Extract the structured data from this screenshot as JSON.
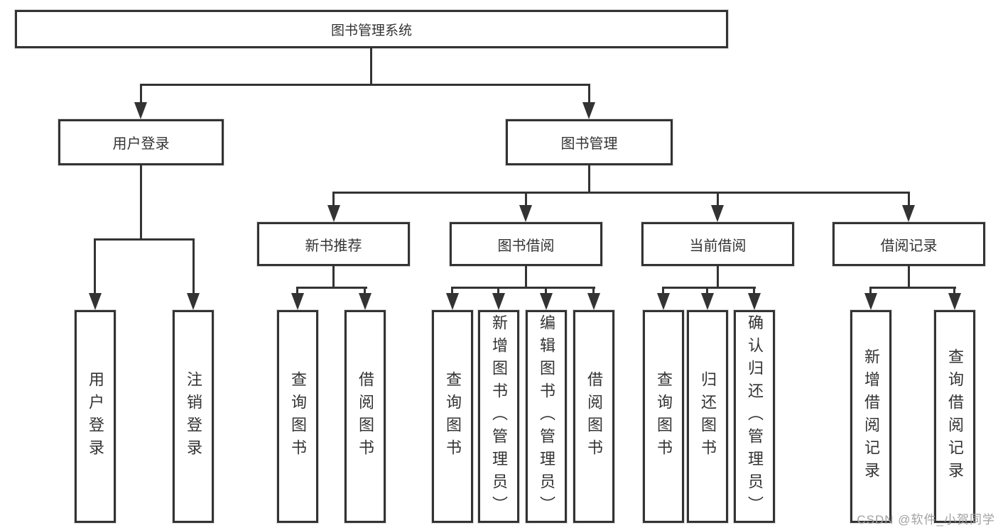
{
  "tree": {
    "label": "图书管理系统",
    "children": [
      {
        "label": "用户登录",
        "children": [
          {
            "label": "用户登录"
          },
          {
            "label": "注销登录"
          }
        ]
      },
      {
        "label": "图书管理",
        "children": [
          {
            "label": "新书推荐",
            "children": [
              {
                "label": "查询图书"
              },
              {
                "label": "借阅图书"
              }
            ]
          },
          {
            "label": "图书借阅",
            "children": [
              {
                "label": "查询图书"
              },
              {
                "label": "新增图书（管理员）"
              },
              {
                "label": "编辑图书（管理员）"
              },
              {
                "label": "借阅图书"
              }
            ]
          },
          {
            "label": "当前借阅",
            "children": [
              {
                "label": "查询图书"
              },
              {
                "label": "归还图书"
              },
              {
                "label": "确认归还（管理员）"
              }
            ]
          },
          {
            "label": "借阅记录",
            "children": [
              {
                "label": "新增借阅记录"
              },
              {
                "label": "查询借阅记录"
              }
            ]
          }
        ]
      }
    ]
  },
  "watermark": "CSDN @软件_小贺同学",
  "colors": {
    "line": "#333333",
    "background": "#ffffff",
    "text": "#333333",
    "watermark": "#a0a0a3"
  }
}
